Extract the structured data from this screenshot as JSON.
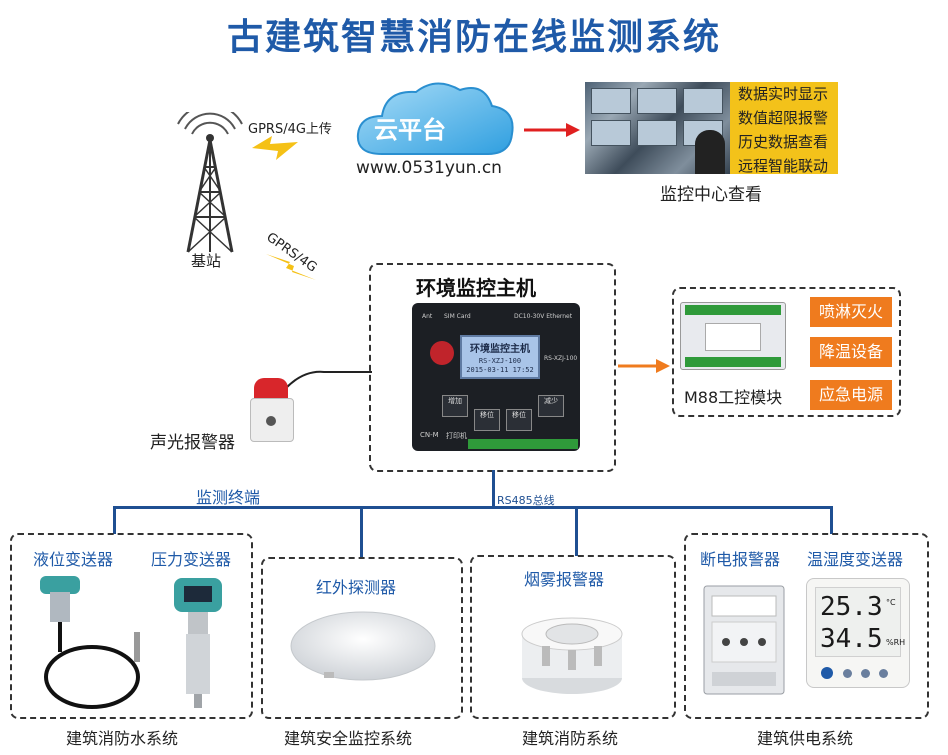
{
  "title": "古建筑智慧消防在线监测系统",
  "cloud": {
    "label": "云平台",
    "url": "www.0531yun.cn"
  },
  "uplink_label": "GPRS/4G上传",
  "gprs_label": "GPRS/4G",
  "base_station_label": "基站",
  "monitor_center": {
    "label": "监控中心查看",
    "features": [
      "数据实时显示",
      "数值超限报警",
      "历史数据查看",
      "远程智能联动"
    ]
  },
  "host": {
    "label": "环境监控主机",
    "lcd_line1": "环境监控主机",
    "lcd_line2": "RS-XZJ-100",
    "lcd_line3": "2015-03-11 17:52",
    "model": "RS-XZJ-100",
    "top_labels": [
      "Ant",
      "SIM Card",
      "DC10-30V Ethernet"
    ],
    "keys": [
      "增加",
      "移位",
      "移位",
      "减少"
    ],
    "bottom_labels": [
      "CN-M",
      "打印机"
    ]
  },
  "m88": {
    "label": "M88工控模块",
    "outputs": [
      "喷淋灭火",
      "降温设备",
      "应急电源"
    ]
  },
  "alarm_label": "声光报警器",
  "terminal_label": "监测终端",
  "bus_label": "RS485总线",
  "groups": [
    {
      "name": "建筑消防水系统",
      "devices": [
        "液位变送器",
        "压力变送器"
      ]
    },
    {
      "name": "建筑安全监控系统",
      "devices": [
        "红外探测器"
      ]
    },
    {
      "name": "建筑消防系统",
      "devices": [
        "烟雾报警器"
      ]
    },
    {
      "name": "建筑供电系统",
      "devices": [
        "断电报警器",
        "温湿度变送器"
      ]
    }
  ],
  "th_display": {
    "temp": "25.3",
    "temp_unit": "°C",
    "hum": "34.5",
    "hum_unit": "%RH"
  },
  "colors": {
    "title": "#1f5aa8",
    "bus": "#1f4f92",
    "orange": "#ef7b1e",
    "yellow": "#f3c21a",
    "red_arrow": "#e02020"
  }
}
